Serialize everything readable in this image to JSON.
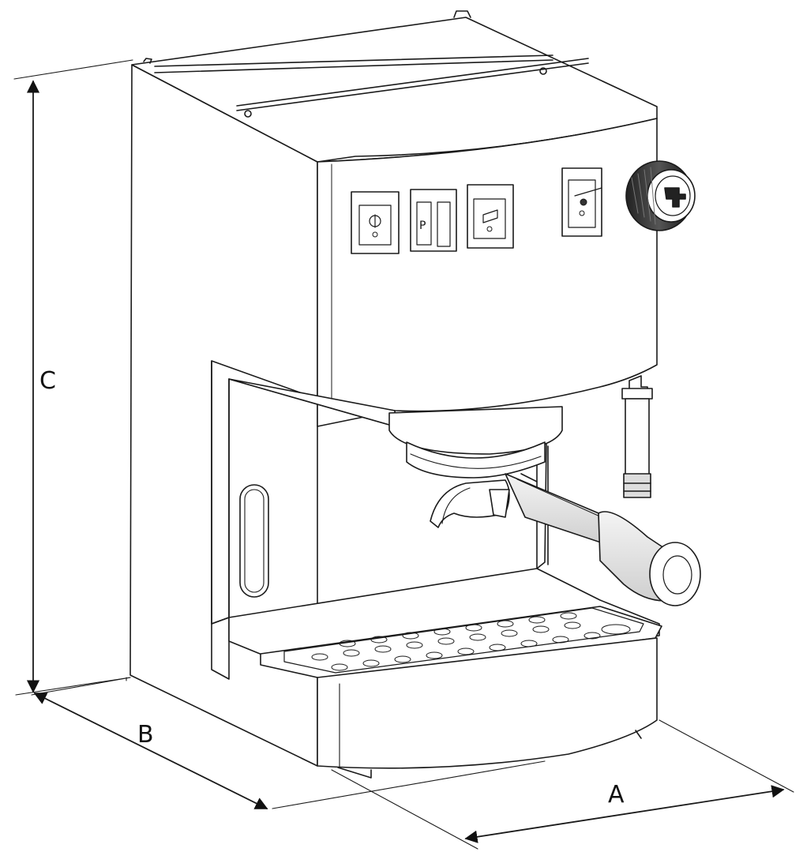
{
  "diagram": {
    "dimension_labels": {
      "width": "A",
      "depth": "B",
      "height": "C"
    },
    "colors": {
      "line": "#1a1a1a",
      "body": "#ffffff",
      "shade": "#d9d9d9",
      "dark": "#3a3a3a"
    },
    "icons": [
      "power-switch-icon",
      "pump-switch-icon",
      "steam-switch-icon",
      "indicator-light-icon",
      "steam-switch-icon",
      "steam-knob-icon"
    ]
  }
}
